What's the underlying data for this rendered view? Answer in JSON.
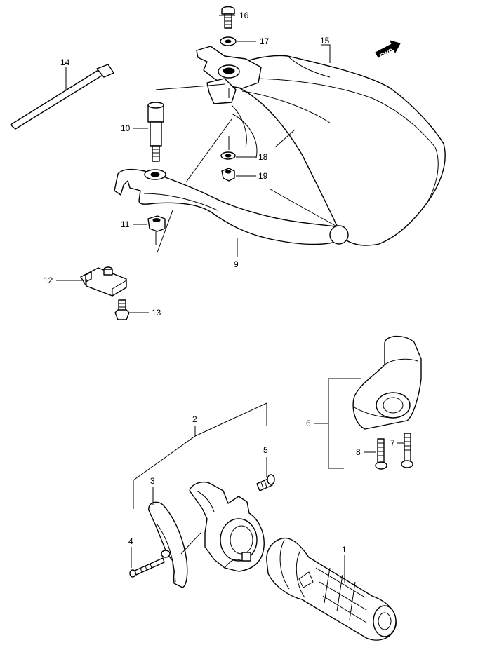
{
  "callouts": {
    "c1": "1",
    "c2": "2",
    "c3": "3",
    "c4": "4",
    "c5": "5",
    "c6": "6",
    "c7": "7",
    "c8": "8",
    "c9": "9",
    "c10": "10",
    "c11": "11",
    "c12": "12",
    "c13": "13",
    "c14": "14",
    "c15": "15",
    "c16": "16",
    "c17": "17",
    "c18": "18",
    "c19": "19"
  },
  "direction_arrow": {
    "label": "FWD",
    "icon": "forward-arrow-icon"
  },
  "colors": {
    "line": "#000000",
    "background": "#ffffff"
  }
}
